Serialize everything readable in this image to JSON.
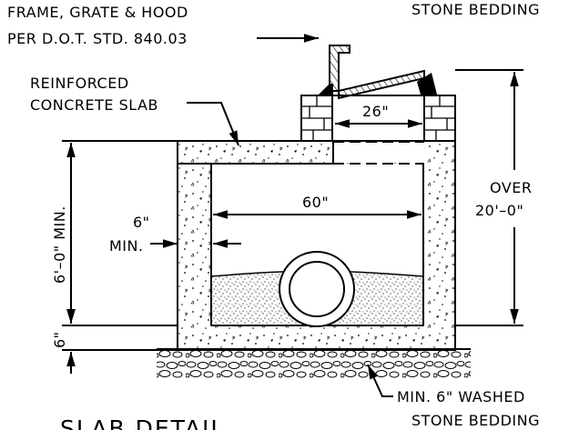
{
  "labels": {
    "top_right_partial": "STONE BEDDING",
    "frame_line1": "FRAME, GRATE & HOOD",
    "frame_line2": "PER D.O.T. STD. 840.03",
    "slab_line1": "REINFORCED",
    "slab_line2": "CONCRETE SLAB",
    "dim_opening": "26\"",
    "dim_width": "60\"",
    "dim_wall_1": "6\"",
    "dim_wall_2": "MIN.",
    "dim_height": "6'–0\" MIN.",
    "dim_base": "6\"",
    "over_1": "OVER",
    "over_2": "20'–0\"",
    "bedding_1": "MIN. 6\" WASHED",
    "bedding_2": "STONE BEDDING",
    "title": "SLAB DETAIL"
  },
  "colors": {
    "line": "#000000",
    "background": "#ffffff"
  }
}
